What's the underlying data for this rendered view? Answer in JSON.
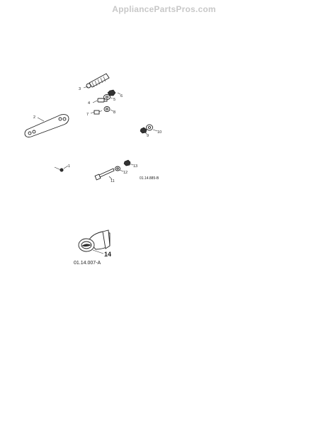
{
  "watermark": "AppliancePartsPros.com",
  "callouts": [
    "1",
    "2",
    "3",
    "4",
    "5",
    "6",
    "7",
    "8",
    "9",
    "10",
    "11",
    "12",
    "13",
    "14"
  ],
  "figure_refs": [
    "01.14.885-B",
    "01.14.007-A"
  ]
}
